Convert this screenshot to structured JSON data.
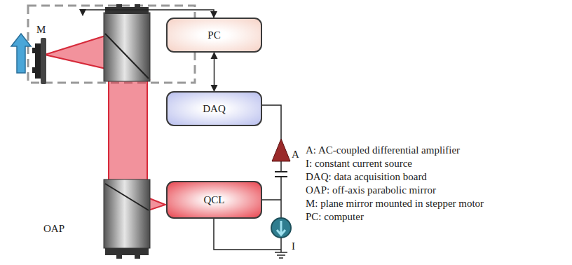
{
  "diagram": {
    "nodes": [
      {
        "text": [
          "PC"
        ]
      },
      {
        "text": [
          "DAQ"
        ]
      },
      {
        "text": [
          "QCL"
        ]
      }
    ],
    "edges": [
      {
        "from": 0,
        "to": 1,
        "arrow": "both"
      }
    ],
    "labels": [
      "M",
      "OAP",
      "A",
      "I",
      "A: AC-coupled differential amplifier",
      "I: constant current source",
      "DAQ: data acquisition board",
      "OAP: off-axis parabolic mirror",
      "M: plane mirror mounted in stepper motor",
      "PC: computer"
    ]
  }
}
